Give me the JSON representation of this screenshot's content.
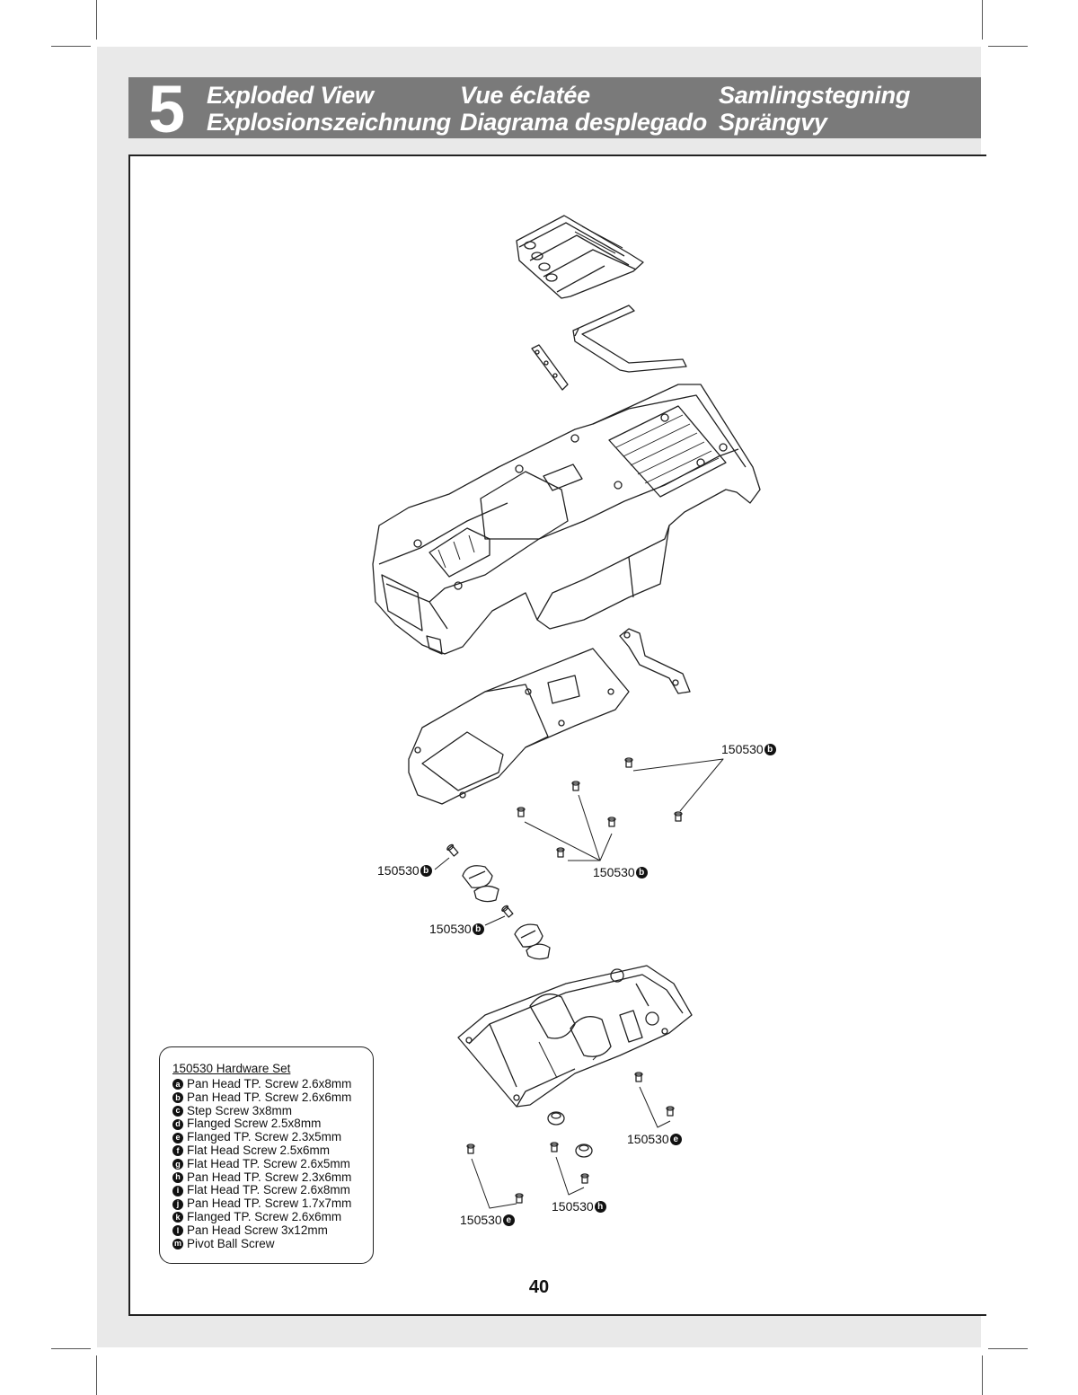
{
  "section": {
    "number": "5",
    "titles": {
      "en": "Exploded View",
      "de": "Explosionszeichnung",
      "fr": "Vue éclatée",
      "es": "Diagrama desplegado",
      "da": "Samlingstegning",
      "sv": "Sprängvy"
    }
  },
  "callouts": [
    {
      "part": "150530",
      "letter": "b"
    },
    {
      "part": "150530",
      "letter": "b"
    },
    {
      "part": "150530",
      "letter": "b"
    },
    {
      "part": "150530",
      "letter": "b"
    },
    {
      "part": "150530",
      "letter": "e"
    },
    {
      "part": "150530",
      "letter": "h"
    },
    {
      "part": "150530",
      "letter": "e"
    }
  ],
  "hardware_set": {
    "title": "150530 Hardware Set",
    "items": [
      {
        "letter": "a",
        "label": "Pan Head TP. Screw 2.6x8mm"
      },
      {
        "letter": "b",
        "label": "Pan Head TP. Screw 2.6x6mm"
      },
      {
        "letter": "c",
        "label": "Step Screw 3x8mm"
      },
      {
        "letter": "d",
        "label": "Flanged Screw 2.5x8mm"
      },
      {
        "letter": "e",
        "label": "Flanged TP. Screw 2.3x5mm"
      },
      {
        "letter": "f",
        "label": "Flat Head Screw 2.5x6mm"
      },
      {
        "letter": "g",
        "label": "Flat Head TP. Screw 2.6x5mm"
      },
      {
        "letter": "h",
        "label": "Pan Head TP. Screw 2.3x6mm"
      },
      {
        "letter": "i",
        "label": "Flat Head TP. Screw 2.6x8mm"
      },
      {
        "letter": "j",
        "label": "Pan Head TP. Screw 1.7x7mm"
      },
      {
        "letter": "k",
        "label": "Flanged TP. Screw 2.6x6mm"
      },
      {
        "letter": "l",
        "label": "Pan Head Screw 3x12mm"
      },
      {
        "letter": "m",
        "label": "Pivot Ball Screw"
      }
    ]
  },
  "page_number": "40"
}
